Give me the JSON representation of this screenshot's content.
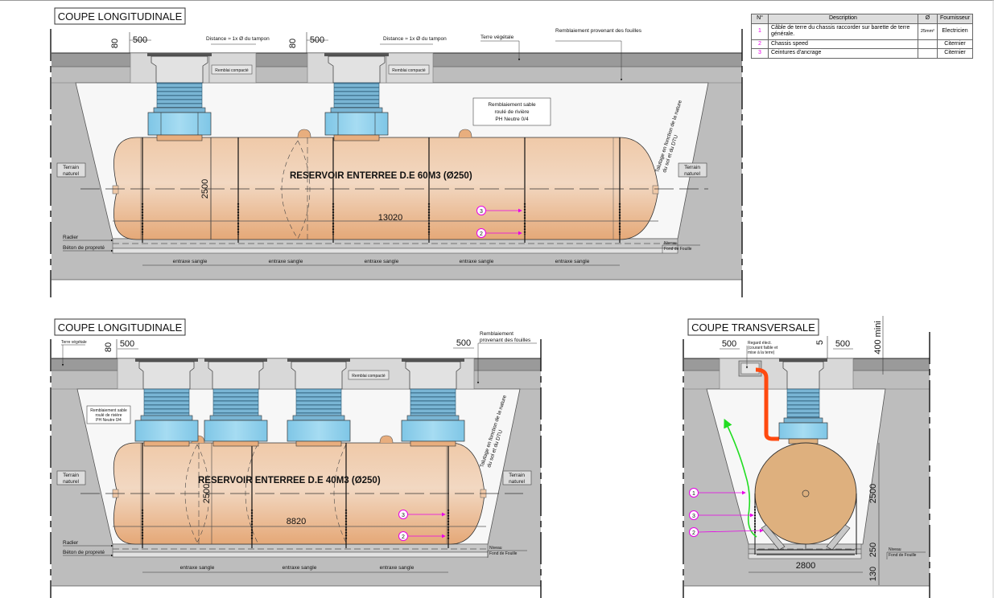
{
  "colors": {
    "ground_dark": "#9a9a9a",
    "ground_light": "#bdbdbd",
    "fill_light": "#d8d8d8",
    "sand": "#f7f7f7",
    "tank_light": "#f2d6bf",
    "tank_dark": "#e8ae7e",
    "tank_section": "#deb07e",
    "chimney": "#8fd0ec",
    "bellows": "#6fa9c8",
    "marker": "#e800e8",
    "ground_cable": "#22dd22",
    "conduit": "#ff4a10"
  },
  "legend_table": {
    "headers": [
      "N°",
      "Description",
      "Ø",
      "Fournisseur"
    ],
    "rows": [
      {
        "n": "1",
        "description": "Câble de terre du chassis raccorder sur barette de terre générale.",
        "diameter": "25mm²",
        "supplier": "Electricien"
      },
      {
        "n": "2",
        "description": "Chassis speed",
        "diameter": "",
        "supplier": "Citernier"
      },
      {
        "n": "3",
        "description": "Ceintures d'ancrage",
        "diameter": "",
        "supplier": "Citernier"
      }
    ]
  },
  "section1": {
    "title": "COUPE LONGITUDINALE",
    "tank_label": "RESERVOIR ENTERREE D.E 60M3 (Ø250)",
    "length": "13020",
    "height": "2500",
    "dim_80": "80",
    "dim_500": "500",
    "distance_label": "Distance ≈ 1x Ø du tampon",
    "terre_vegetale": "Terre végétale",
    "remblaiement_fouilles": "Remblaiement provenant des fouilles",
    "remblai_compacte": "Remblai compacté",
    "sand_box": [
      "Remblaiement sable",
      "roulé de rivière",
      "PH Neutre 0/4"
    ],
    "talutage": [
      "Talutage en fonction de la nature",
      "du sol et du DTU"
    ],
    "terrain_naturel": [
      "Terrain",
      "naturel"
    ],
    "radier": "Radier",
    "beton": "Béton de propreté",
    "niveau": [
      "Niveau",
      "Fond de Fouille"
    ],
    "entraxe": [
      "entraxe sangle",
      "entraxe sangle",
      "entraxe sangle",
      "entraxe sangle",
      "entraxe sangle"
    ],
    "markers": [
      "3",
      "2"
    ]
  },
  "section2": {
    "title": "COUPE LONGITUDINALE",
    "tank_label": "RESERVOIR ENTERREE D.E 40M3 (Ø250)",
    "length": "8820",
    "height": "2500",
    "dim_80": "80",
    "dim_500_left": "500",
    "dim_500_right": "500",
    "terre_vegetale": "Terre végétale",
    "remblaiement_fouilles": [
      "Remblaiement",
      "provenant des fouilles"
    ],
    "remblai_compacte": "Remblai compacté",
    "sand_box": [
      "Remblaiement sable",
      "roulé de rivière",
      "PH Neutre 0/4"
    ],
    "talutage": [
      "Talutage en fonction de la nature",
      "du sol et du DTU"
    ],
    "terrain_naturel": [
      "Terrain",
      "naturel"
    ],
    "radier": "Radier",
    "beton": "Béton de propreté",
    "niveau": [
      "Niveau",
      "Fond de Fouille"
    ],
    "entraxe": [
      "entraxe sangle",
      "entraxe sangle",
      "entraxe sangle"
    ],
    "markers": [
      "3",
      "2"
    ]
  },
  "section3": {
    "title": "COUPE TRANSVERSALE",
    "dim_500_left": "500",
    "dim_500_right": "500",
    "dim_5": "5",
    "dim_400": "400 mini",
    "regard": [
      "Regard élect.",
      "(courant faible et",
      "mise à la terre)"
    ],
    "height": "2500",
    "dim_250": "250",
    "dim_130": "130",
    "width": "2800",
    "niveau": [
      "Niveau",
      "Fond de Fouille"
    ],
    "markers": [
      "1",
      "3",
      "2"
    ]
  }
}
